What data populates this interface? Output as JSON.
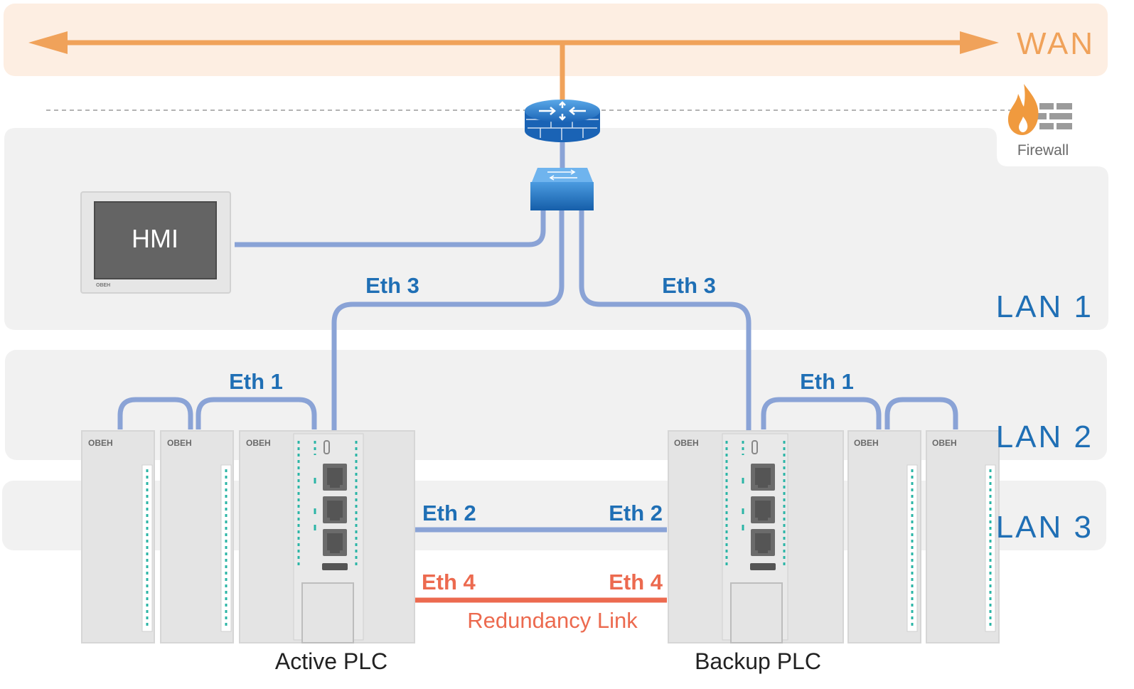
{
  "zones": {
    "wan": "WAN",
    "lan1": "LAN 1",
    "lan2": "LAN 2",
    "lan3": "LAN 3"
  },
  "firewall": {
    "label": "Firewall"
  },
  "hmi": {
    "label": "HMI",
    "brand": "ОВЕН"
  },
  "links": {
    "eth3_left": "Eth 3",
    "eth3_right": "Eth 3",
    "eth1_left": "Eth 1",
    "eth1_right": "Eth 1",
    "eth2_left": "Eth 2",
    "eth2_right": "Eth 2",
    "eth4_left": "Eth 4",
    "eth4_right": "Eth 4",
    "redundancy": "Redundancy Link"
  },
  "plc": {
    "active": "Active PLC",
    "backup": "Backup PLC",
    "brand": "ОВЕН"
  },
  "colors": {
    "wan_line": "#f0a25a",
    "lan_line": "#8aa3d6",
    "redundancy_line": "#ec6a4f",
    "lan_text": "#1f6fb5",
    "zone_bg": "#f1f1f1",
    "wan_bg": "#fdeee2"
  }
}
